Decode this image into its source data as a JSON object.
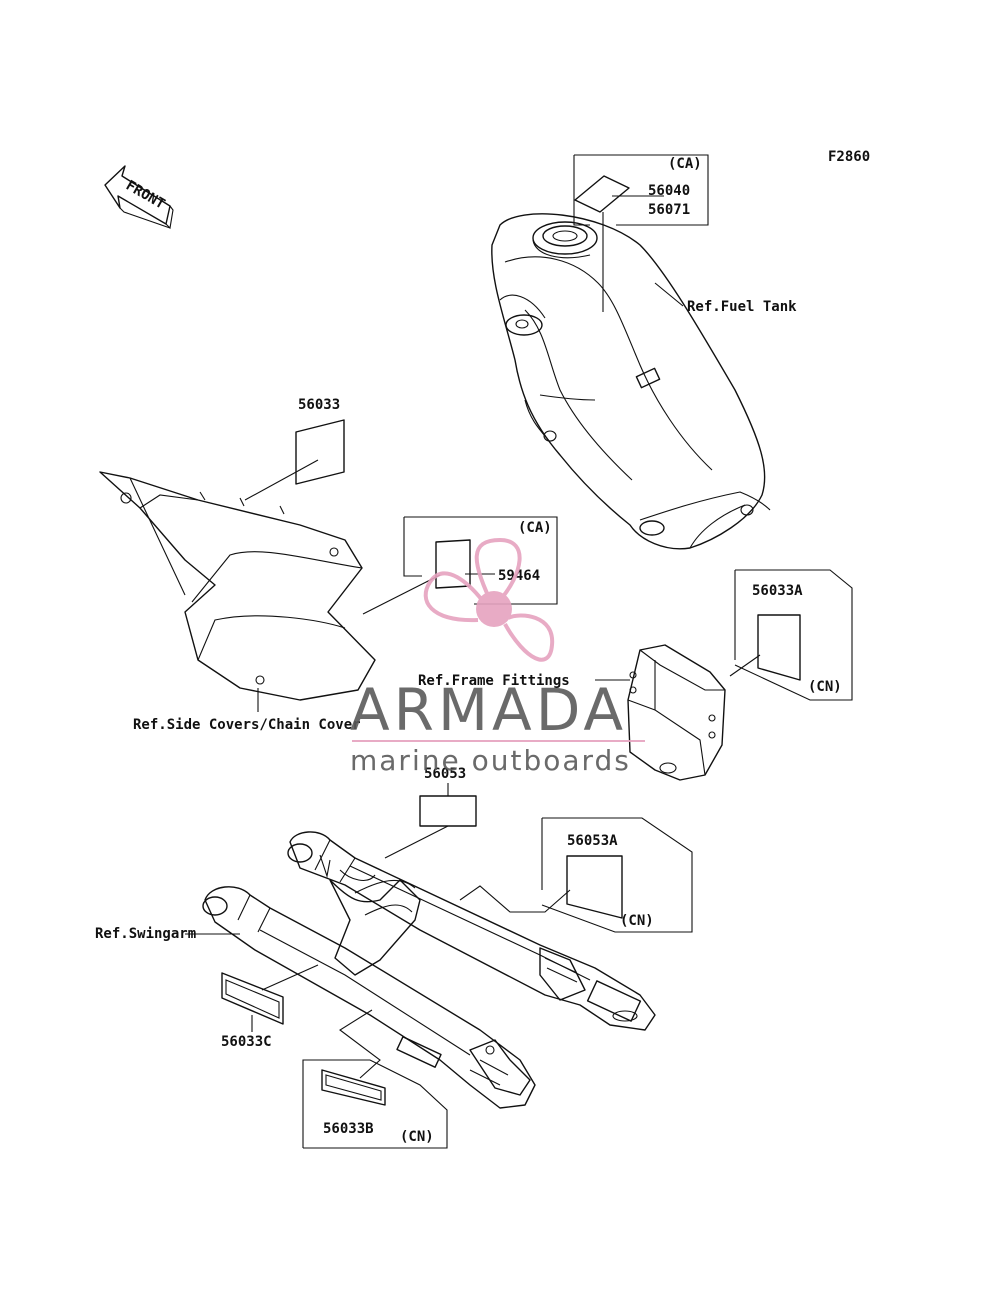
{
  "figure_code": "F2860",
  "front_arrow": "FRONT",
  "labels": {
    "label_56040": "56040",
    "label_56071": "56071",
    "ca_top": "(CA)",
    "ref_fuel_tank": "Ref.Fuel Tank",
    "label_56033": "56033",
    "ca_mid": "(CA)",
    "label_59464": "59464",
    "label_56033A": "56033A",
    "cn_a": "(CN)",
    "ref_frame_fittings": "Ref.Frame Fittings",
    "ref_side_covers": "Ref.Side Covers/Chain Cover",
    "label_56053": "56053",
    "label_56053A": "56053A",
    "cn_b": "(CN)",
    "ref_swingarm": "Ref.Swingarm",
    "label_56033C": "56033C",
    "label_56033B": "56033B",
    "cn_c": "(CN)"
  },
  "watermark": {
    "brand": "ARMADA",
    "tagline": "marine outboards",
    "color": "#e6a3bf"
  }
}
